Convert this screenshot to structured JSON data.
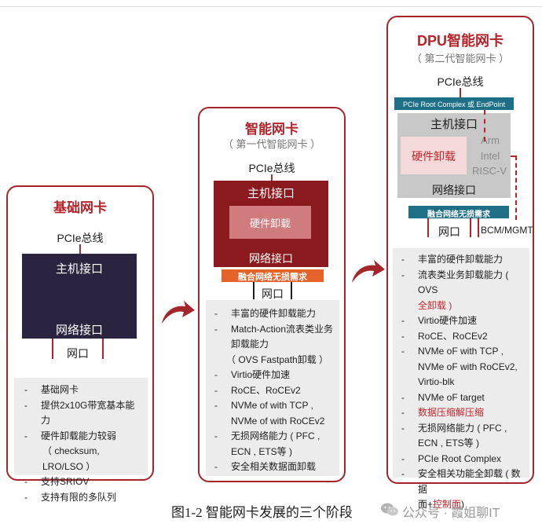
{
  "panel1": {
    "title": "基础网卡",
    "pcie": "PCIe总线",
    "host_if": "主机接口",
    "net_if": "网络接口",
    "port": "网口",
    "features": [
      "基础网卡",
      "提供2x10G带宽基本能力",
      "硬件卸载能力较弱",
      "（ checksum, LRO/LSO ）",
      "支持SRIOV",
      "支持有限的多队列"
    ]
  },
  "panel2": {
    "title": "智能网卡",
    "subtitle": "（ 第一代智能网卡 ）",
    "pcie": "PCIe总线",
    "host_if": "主机接口",
    "offload": "硬件卸载",
    "net_if": "网络接口",
    "lossless": "融合网络无损需求",
    "port": "网口",
    "features": [
      "丰富的硬件卸载能力",
      "Match-Action流表类业务",
      "卸载能力",
      "（ OVS Fastpath卸载 ）",
      "Virtio硬件加速",
      "RoCE、RoCEv2",
      "NVMe of with TCP ,",
      "NVMe of with RoCEv2",
      "无损网络能力 ( PFC ,",
      "ECN , ETS等 )",
      "安全相关数据面卸载"
    ]
  },
  "panel3": {
    "title": "DPU智能网卡",
    "subtitle": "（ 第二代智能网卡 ）",
    "pcie": "PCIe总线",
    "root_complex": "PCIe Root Complex 或 EndPoint",
    "host_if": "主机接口",
    "offload": "硬件卸载",
    "arm": "Arm",
    "intel": "Intel",
    "riscv": "RISC-V",
    "net_if": "网络接口",
    "lossless": "融合网络无损需求",
    "port": "网口",
    "bcm": "BCM/MGMT",
    "features": {
      "f1": "丰富的硬件卸载能力",
      "f2a": "流表类业务卸载能力 ( OVS",
      "f2b": "全卸载 )",
      "f3": "Virtio硬件加速",
      "f4": "RoCE、RoCEv2",
      "f5a": "NVMe oF with TCP ,",
      "f5b": "NVMe oF with RoCEv2,",
      "f5c": "Virtio-blk",
      "f6": "NVMe oF target",
      "f7": "数据压缩解压缩",
      "f8a": "无损网络能力 ( PFC ,",
      "f8b": "ECN , ETS等 )",
      "f9": "PCIe Root Complex",
      "f10a": "安全相关功能全卸载 ( 数据",
      "f10b_1": "面+",
      "f10b_2": "控制面",
      "f10b_3": ")"
    }
  },
  "caption": "图1-2  智能网卡发展的三个阶段",
  "watermark": "公众号 · 霞姐聊IT",
  "colors": {
    "brand_red": "#b1252b",
    "dark_red": "#8b1a1e",
    "navy": "#2b2440",
    "teal": "#1f6f86",
    "orange": "#e4632a",
    "gray_box": "#c8c8c8",
    "feature_bg": "#ececec"
  },
  "icons": {
    "arrow": "curved-arrow-right-icon",
    "watermark": "wechat-icon"
  }
}
